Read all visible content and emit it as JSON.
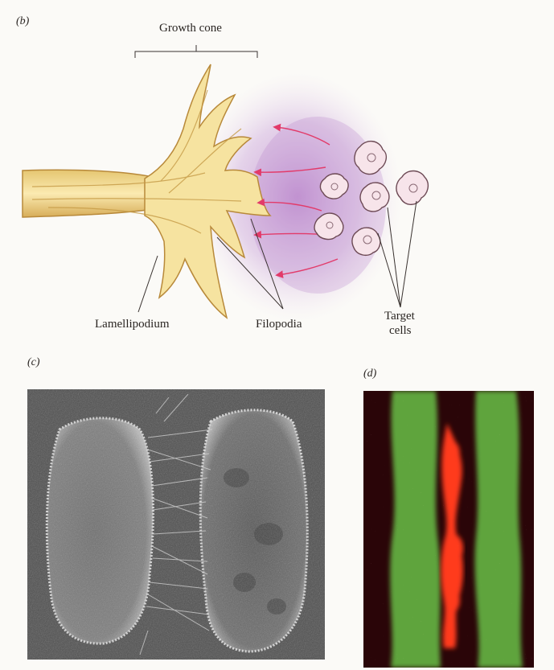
{
  "panels": {
    "b": {
      "letter": "(b)",
      "labels": {
        "growth_cone": "Growth cone",
        "lamellipodium": "Lamellipodium",
        "filopodia": "Filopodia",
        "target_cells_line1": "Target",
        "target_cells_line2": "cells"
      }
    },
    "c": {
      "letter": "(c)"
    },
    "d": {
      "letter": "(d)"
    }
  },
  "colors": {
    "growth_cone_fill": "#f6e3a0",
    "growth_cone_edge": "#b8893a",
    "chemoattractant_haze": "#c79bd6",
    "gradient_arrow": "#e23b6a",
    "target_cell_fill": "#f7e4ea",
    "micrograph_c_bg": "#4a4a4a",
    "micrograph_d_bg": "#2a0508",
    "fluorescence_green": "#5ea43c",
    "fluorescence_red": "#ff3a1f"
  }
}
